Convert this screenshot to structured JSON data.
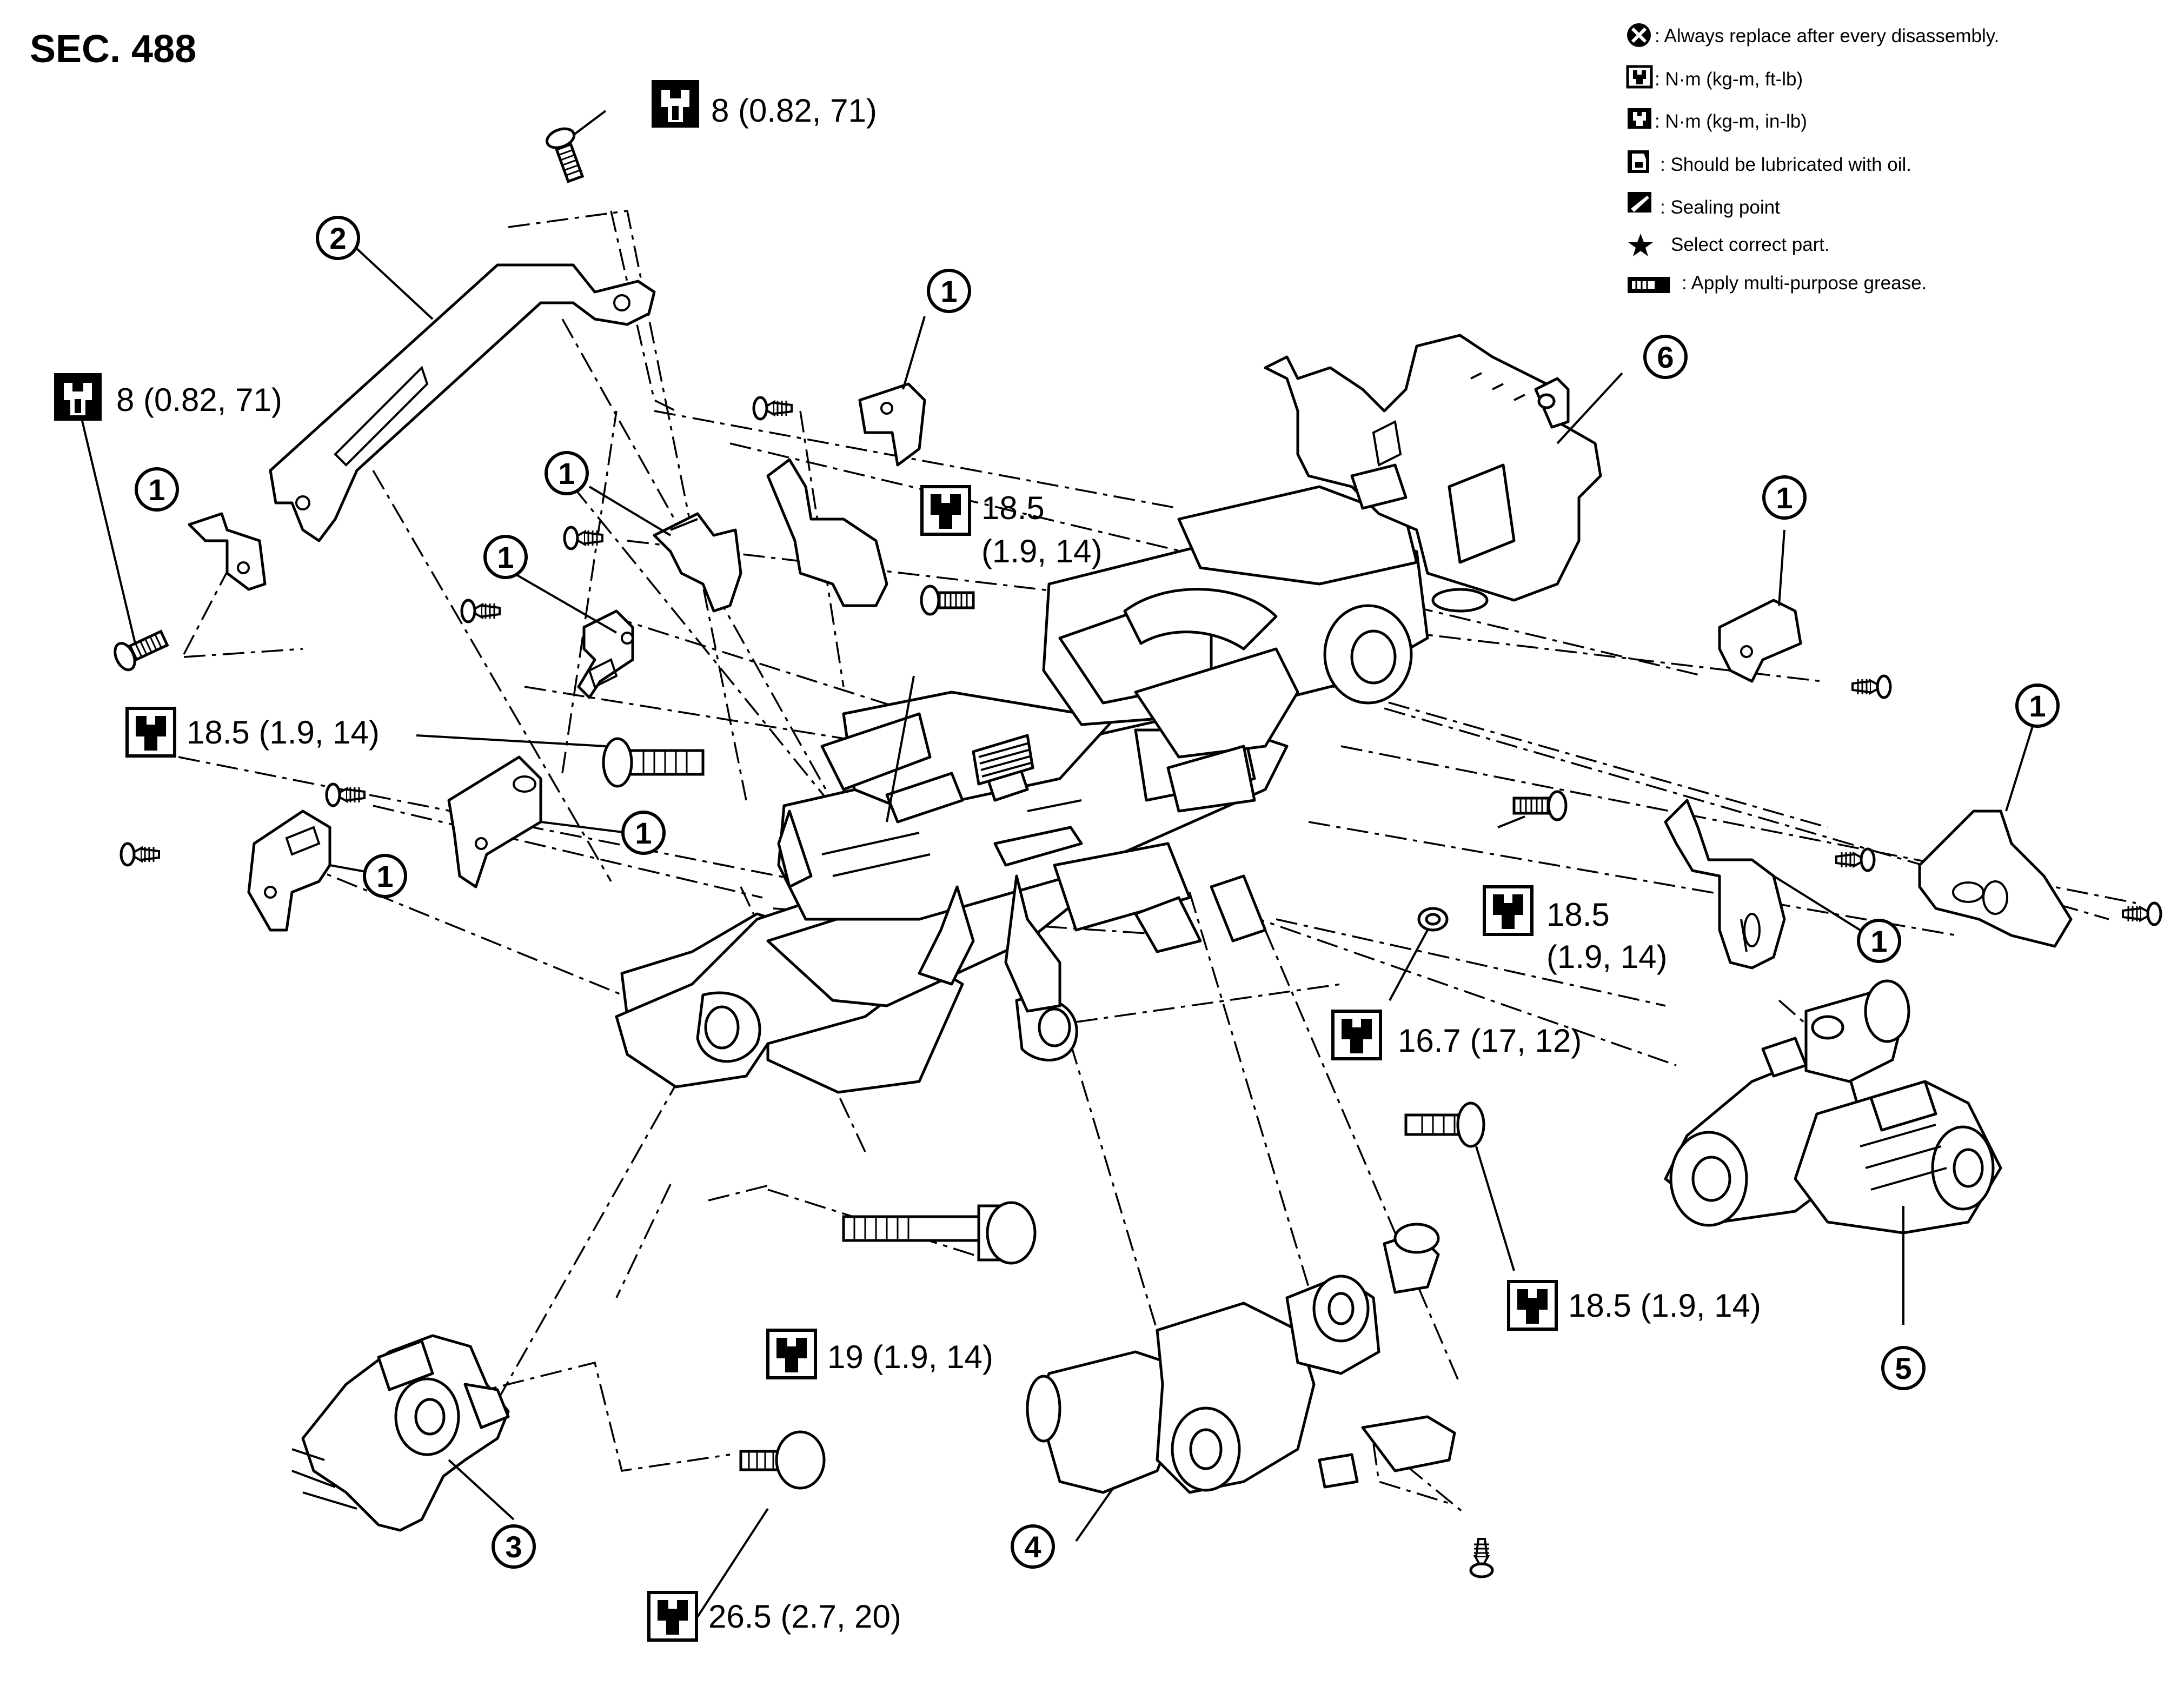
{
  "section": "SEC. 488",
  "legend": [
    {
      "icon": "replace-icon",
      "text": ": Always replace after every disassembly."
    },
    {
      "icon": "torque-ftlb-icon",
      "text": ": N·m (kg-m, ft-lb)"
    },
    {
      "icon": "torque-inlb-icon",
      "text": ": N·m (kg-m, in-lb)"
    },
    {
      "icon": "oil-icon",
      "text": ": Should be lubricated with oil."
    },
    {
      "icon": "sealing-icon",
      "text": ": Sealing point"
    },
    {
      "icon": "star-icon",
      "text": "Select correct part."
    },
    {
      "icon": "grease-icon",
      "text": ": Apply multi-purpose grease."
    }
  ],
  "torque_specs": {
    "t1": "8 (0.82, 71)",
    "t2": "8 (0.82, 71)",
    "t3a": "18.5",
    "t3b": "(1.9, 14)",
    "t4": "18.5 (1.9, 14)",
    "t5a": "18.5",
    "t5b": "(1.9, 14)",
    "t6": "16.7 (17, 12)",
    "t7": "18.5 (1.9, 14)",
    "t8": "19 (1.9, 14)",
    "t9": "26.5 (2.7, 20)"
  },
  "part_numbers": {
    "p1": "1",
    "p2": "2",
    "p3": "3",
    "p4": "4",
    "p5": "5",
    "p6": "6"
  }
}
